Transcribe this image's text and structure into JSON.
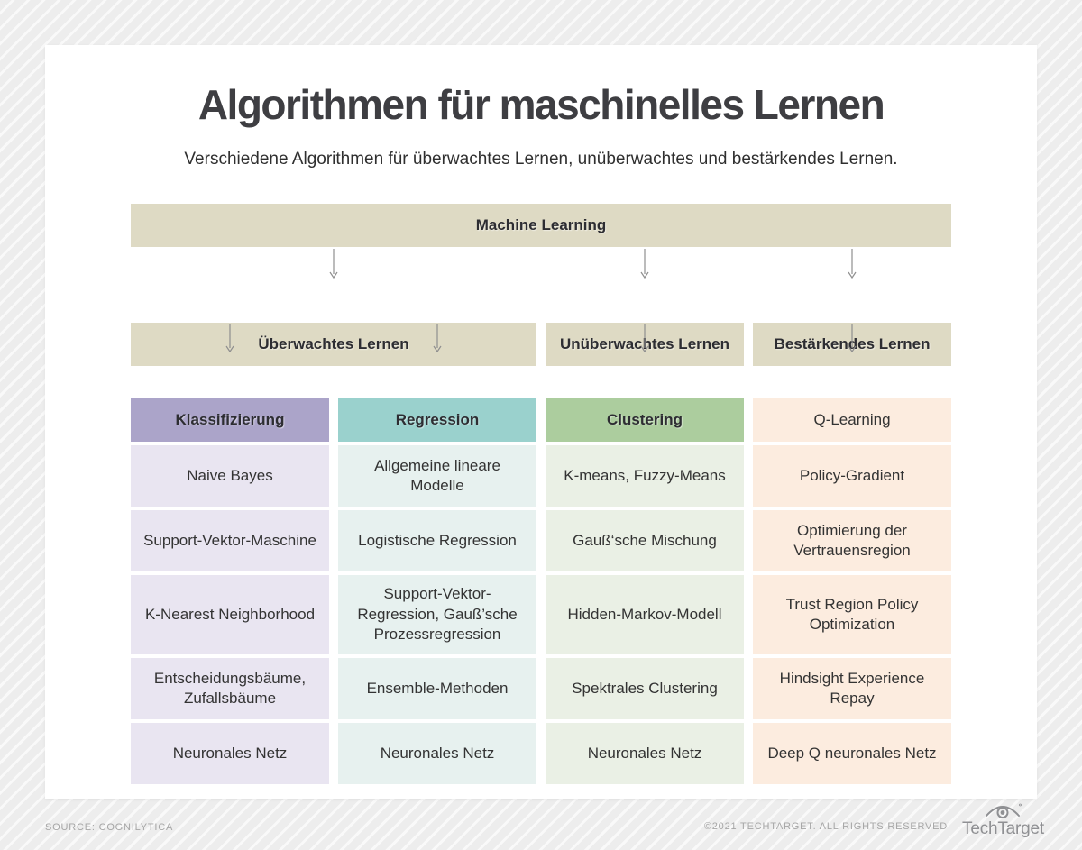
{
  "header": {
    "title": "Algorithmen für maschinelles Lernen",
    "subtitle": "Verschiedene Algorithmen für überwachtes Lernen, unüberwachtes und bestärkendes Lernen."
  },
  "diagram": {
    "root": {
      "label": "Machine Learning"
    },
    "branches": [
      {
        "label": "Überwachtes Lernen"
      },
      {
        "label": "Unüberwachtes Lernen"
      },
      {
        "label": "Bestärkendes Lernen"
      }
    ],
    "columns": [
      {
        "header": "Klassifizierung",
        "header_color": "#aba4c9",
        "item_color": "#e9e5f1",
        "items": [
          "Naive Bayes",
          "Support-Vektor-Maschine",
          "K-Nearest Neighborhood",
          "Entscheidungsbäume, Zufallsbäume",
          "Neuronales Netz"
        ]
      },
      {
        "header": "Regression",
        "header_color": "#9ad1cd",
        "item_color": "#e7f1ef",
        "items": [
          "Allgemeine lineare Modelle",
          "Logistische Regression",
          "Support-Vektor-Regression, Gauß’sche Prozessregression",
          "Ensemble-Methoden",
          "Neuronales Netz"
        ]
      },
      {
        "header": "Clustering",
        "header_color": "#accd9e",
        "item_color": "#eaf0e5",
        "items": [
          "K-means, Fuzzy-Means",
          "Gauß‘sche Mischung",
          "Hidden-Markov-Modell",
          "Spektrales Clustering",
          "Neuronales Netz"
        ]
      },
      {
        "header": "Q-Learning",
        "header_color": "#fcecdf",
        "item_color": "#fcecdf",
        "items": [
          "Policy-Gradient",
          "Optimierung der Vertrauensregion",
          "Trust Region Policy Optimization",
          "Hindsight Experience Repay",
          "Deep Q neuronales Netz"
        ]
      }
    ]
  },
  "footer": {
    "source": "SOURCE: COGNILYTICA",
    "copyright": "©2021 TECHTARGET. ALL RIGHTS RESERVED",
    "logo_text": "TechTarget",
    "logo_icon": "eye-target-icon"
  },
  "colors": {
    "root_bar": "#dedac4",
    "branch_bar": "#dedac4",
    "arrow": "#8f8f8f",
    "title_text": "#3e3e42",
    "item_text": "#333333",
    "footer_text": "#a6a6a6",
    "card_background": "#ffffff"
  }
}
